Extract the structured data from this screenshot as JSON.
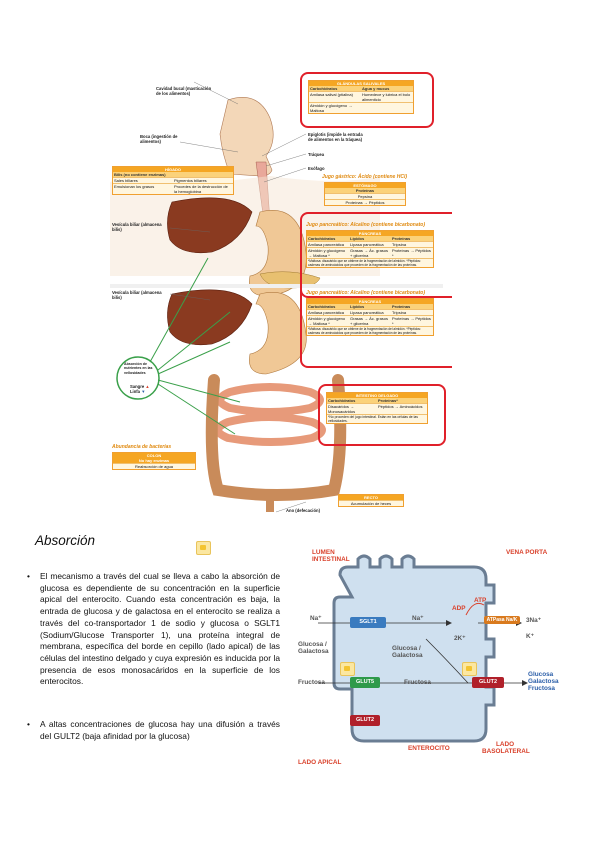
{
  "figure": {
    "labels": {
      "cavidad": "Cavidad bucal (masticación de los alimentos)",
      "boca": "Boca (ingestión de alimentos)",
      "epiglotis": "Epiglotis (impide la entrada de alimentos en la tráquea)",
      "traquea": "Tráquea",
      "esofago": "Esófago",
      "vesicula1": "Vesícula biliar (almacena bilis)",
      "vesicula2": "Vesícula biliar (almacena bilis)",
      "absorcion": "Absorción de nutrientes en las vellosidades",
      "sangre": "Sangre",
      "linfa": "Linfa",
      "ano": "Ano (defecación)",
      "jugo_gastrico": "Jugo gástrico: Ácido (contiene HCl)",
      "jugo_pancreatico": "Jugo pancreático: Alcalino (contiene bicarbonato)",
      "abundancia": "Abundancia de bacterias"
    },
    "glandulas": {
      "title": "GLÁNDULAS SALIVALES",
      "cols": [
        "Carbohidratos",
        "Agua y mucus"
      ],
      "rows": [
        [
          "Amilasa salival (ptialina)",
          "Humedece y lubrica el bolo alimenticio"
        ],
        [
          "Almidón y glucógeno → Maltosa",
          ""
        ]
      ]
    },
    "higado": {
      "title": "HÍGADO",
      "sub": "Bilis (no contiene enzimas)",
      "rows": [
        [
          "Sales biliares",
          "Pigmentos biliares"
        ],
        [
          "Emulsionan los grasos",
          "Procedes de la destrucción de la hemoglobina"
        ]
      ]
    },
    "estomago": {
      "title": "ESTÓMAGO",
      "rows": [
        "Proteínas",
        "Pepsina",
        "Proteínas → Péptidos"
      ]
    },
    "pancreas": {
      "title": "PÁNCREAS",
      "cols": [
        "Carbohidratos",
        "Lípidos",
        "Proteínas"
      ],
      "rows": [
        [
          "Amilasa pancreática",
          "Lipasa pancreática",
          "Tripsina"
        ],
        [
          "Almidón y glucógeno → Maltosa *",
          "Grasas → Ác. grasos + glicerina",
          "Proteínas → Péptidos *"
        ]
      ],
      "note": "*Maltosa: disacárido que se obtiene de la fragmentación del almidón. *Péptidos: cadenas de aminoácidos que proceden de la fragmentación de las proteínas."
    },
    "intestino": {
      "title": "INTESTINO DELGADO",
      "cols": [
        "Carbohidratos",
        "Proteínas*"
      ],
      "rows": [
        [
          "Disacáridos → Monosacáridos",
          "Péptidos → Aminoácidos"
        ]
      ],
      "note": "*No proceden del jugo intestinal. Están en las células de las vellosidades."
    },
    "colon": {
      "title": "COLON",
      "sub": "No hay enzimas",
      "row": "Reabsorción de agua"
    },
    "recto": {
      "title": "RECTO",
      "row": "Acumulación de heces"
    }
  },
  "section": {
    "title": "Absorción",
    "bullet1": "El mecanismo a través del cual se lleva a cabo la absorción de glucosa es dependiente de su concentración en la superficie apical del enterocito. Cuando esta concentración es baja, la entrada de glucosa y de galactosa en el enterocito se realiza a través del co-transportador 1 de sodio y glucosa o SGLT1 (Sodium/Glucose Transporter 1), una proteína integral de membrana, específica del borde en cepillo (lado apical) de las células del intestino delgado y cuya expresión es inducida por la presencia de esos monosacáridos en la superficie de los enterocitos.",
    "bullet2": "A altas concentraciones de glucosa hay una difusión a través del GULT2 (baja afinidad por la glucosa)"
  },
  "cell": {
    "lumen": "LUMEN INTESTINAL",
    "vena": "VENA PORTA",
    "na1": "Na⁺",
    "na2": "Na⁺",
    "sglt1": "SGLT1",
    "glut5": "GLUT5",
    "glut2a": "GLUT2",
    "glut2b": "GLUT2",
    "atpase": "ATPasa Na/K",
    "adp": "ADP",
    "atp": "ATP",
    "na3": "3Na⁺",
    "k2": "2K⁺",
    "k": "K⁺",
    "gluc1": "Glucosa / Galactosa",
    "gluc2": "Glucosa / Galactosa",
    "fru1": "Fructosa",
    "fru2": "Fructosa",
    "out": "Glucosa Galactosa Fructosa",
    "enterocito": "ENTEROCITO",
    "apical": "LADO APICAL",
    "basolateral": "LADO BASOLATERAL"
  }
}
